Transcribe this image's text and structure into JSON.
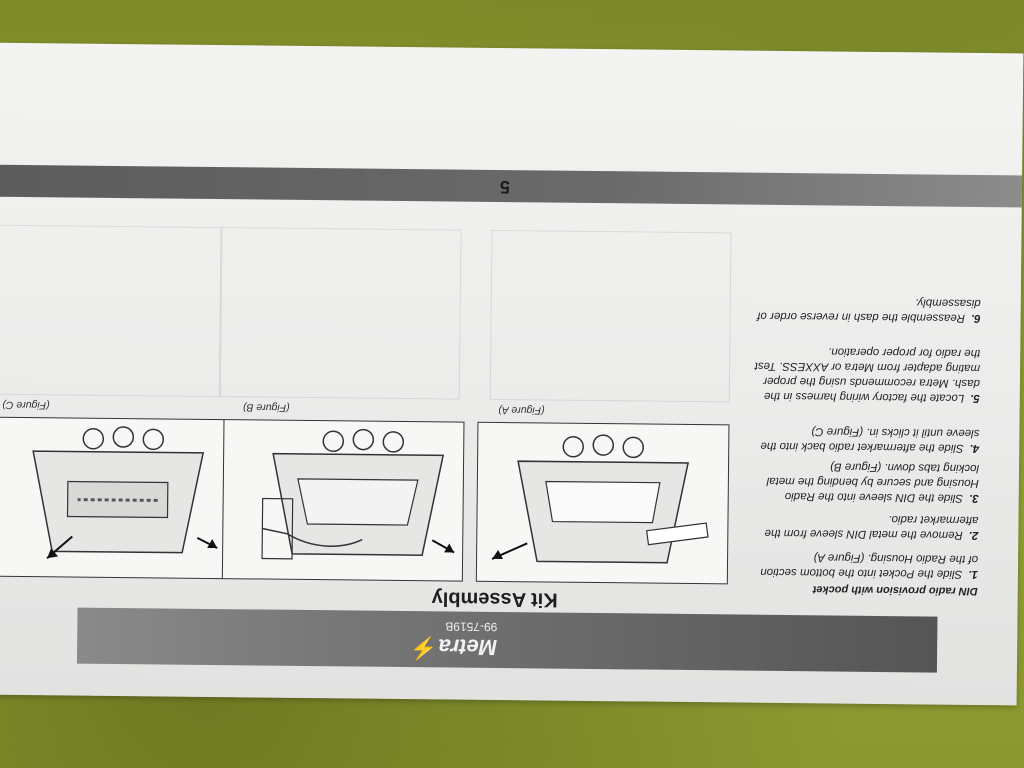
{
  "document": {
    "brand": "Metra",
    "part_number": "99-7519B",
    "heading": "Kit Assembly",
    "subheading": "DIN radio provision with pocket",
    "steps": [
      {
        "num": "1.",
        "text": "Slide the Pocket into the bottom section of the Radio Housing. (Figure A)"
      },
      {
        "num": "2.",
        "text": "Remove the metal DIN sleeve from the aftermarket radio."
      },
      {
        "num": "3.",
        "text": "Slide the DIN sleeve into the Radio Housing and secure by bending the metal locking tabs down. (Figure B)"
      },
      {
        "num": "4.",
        "text": "Slide the aftermarket radio back into the sleeve until it clicks in. (Figure C)"
      },
      {
        "num": "5.",
        "text": "Locate the factory wiring harness in the dash. Metra recommends using the proper mating adapter from Metra or AXXESS. Test the radio for proper operation."
      },
      {
        "num": "6.",
        "text": "Reassemble the dash in reverse order of disassembly."
      }
    ],
    "figures": [
      {
        "caption": "(Figure A)"
      },
      {
        "caption": "(Figure B)"
      },
      {
        "caption": "(Figure C)"
      }
    ],
    "page_number": "5"
  }
}
